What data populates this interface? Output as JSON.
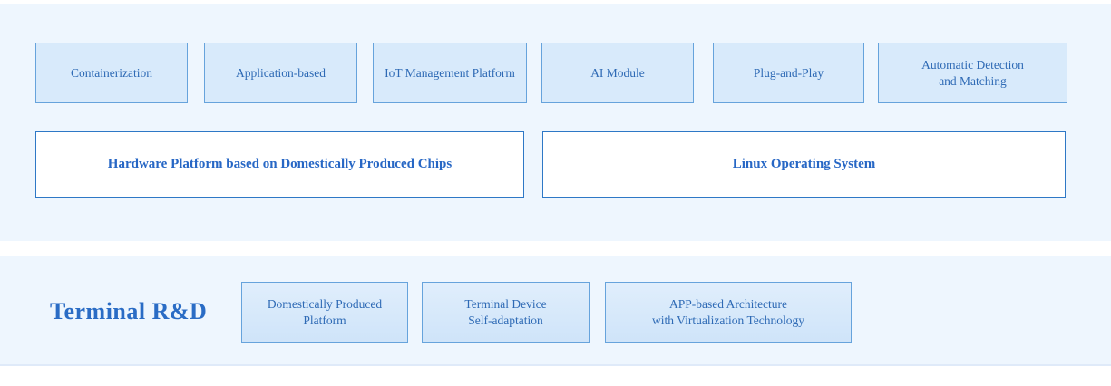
{
  "palette": {
    "band_background": "#eef6fe",
    "feature_box_fill": "#d8eafb",
    "feature_box_border": "#66a3dc",
    "platform_box_border": "#2e78c6",
    "text_blue": "#2e6ab5",
    "bold_text_blue": "#2767c5",
    "heading_blue": "#2a6cc5",
    "band_divider": "#dfeaf9"
  },
  "top_section": {
    "feature_boxes": [
      {
        "label": "Containerization"
      },
      {
        "label": "Application-based"
      },
      {
        "label": "IoT Management Platform"
      },
      {
        "label": "AI Module"
      },
      {
        "label": "Plug-and-Play"
      },
      {
        "label": "Automatic Detection\nand Matching"
      }
    ],
    "platform_boxes": [
      {
        "label": "Hardware Platform based on Domestically Produced Chips"
      },
      {
        "label": "Linux Operating System"
      }
    ]
  },
  "bottom_section": {
    "heading": "Terminal R&D",
    "boxes": [
      {
        "label": "Domestically Produced\nPlatform"
      },
      {
        "label": "Terminal Device\nSelf-adaptation"
      },
      {
        "label": "APP-based Architecture\nwith Virtualization Technology"
      }
    ]
  }
}
